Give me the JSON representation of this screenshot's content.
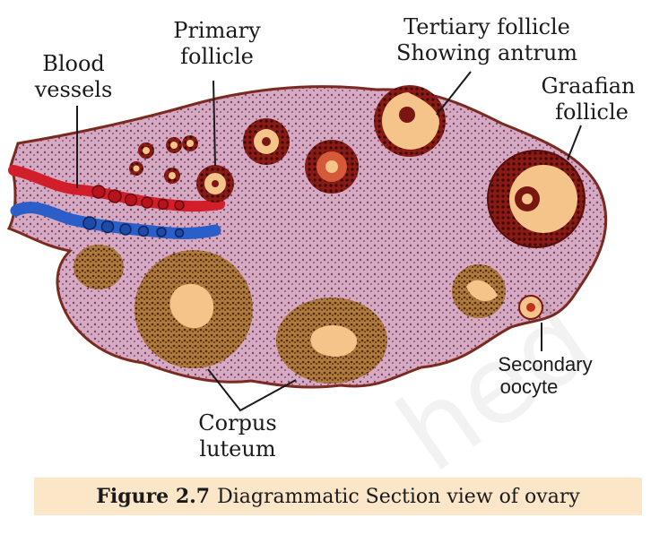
{
  "labels": {
    "blood_vessels_1": "Blood",
    "blood_vessels_2": "vessels",
    "primary_follicle_1": "Primary",
    "primary_follicle_2": "follicle",
    "tertiary_follicle_1": "Tertiary follicle",
    "tertiary_follicle_2": "Showing antrum",
    "graafian_follicle_1": "Graafian",
    "graafian_follicle_2": "follicle",
    "secondary_oocyte_1": "Secondary",
    "secondary_oocyte_2": "oocyte",
    "corpus_luteum_1": "Corpus",
    "corpus_luteum_2": "luteum"
  },
  "caption": {
    "figure_number": "Figure 2.7",
    "text": "Diagrammatic Section view of ovary"
  },
  "watermark": "hed",
  "colors": {
    "stroma": "#d6a9c4",
    "outline": "#7a2a1e",
    "artery": "#d21e2a",
    "vein": "#2a5ec8",
    "follicle_ring": "#7a1712",
    "antrum": "#f4c48a",
    "corpus_luteum": "#8a5a2a",
    "caption_bg": "#fbe6c8"
  }
}
